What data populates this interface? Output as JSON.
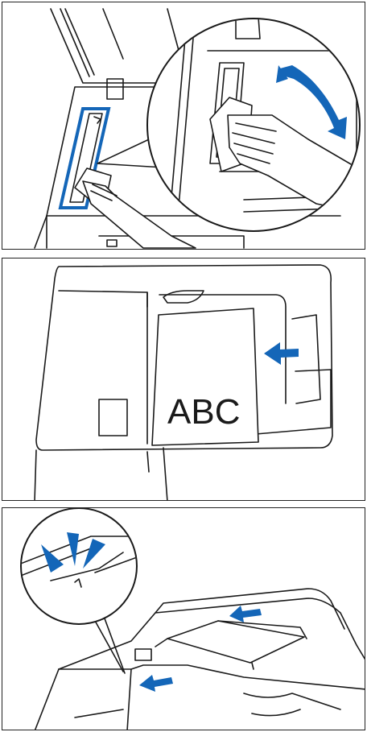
{
  "steps": [
    {
      "label": "clean-scanning-glass-strip"
    },
    {
      "label": "load-document-in-feeder"
    },
    {
      "label": "feeder-indicator-alignment"
    }
  ],
  "document": {
    "text": "ABC"
  },
  "colors": {
    "accent": "#1466b8",
    "line": "#1a1a1a",
    "background": "#ffffff"
  },
  "icons": [
    "wipe-motion-arrow-icon",
    "insert-direction-arrow-icon",
    "indicator-lamp-icon",
    "slide-guide-arrow-icon"
  ]
}
